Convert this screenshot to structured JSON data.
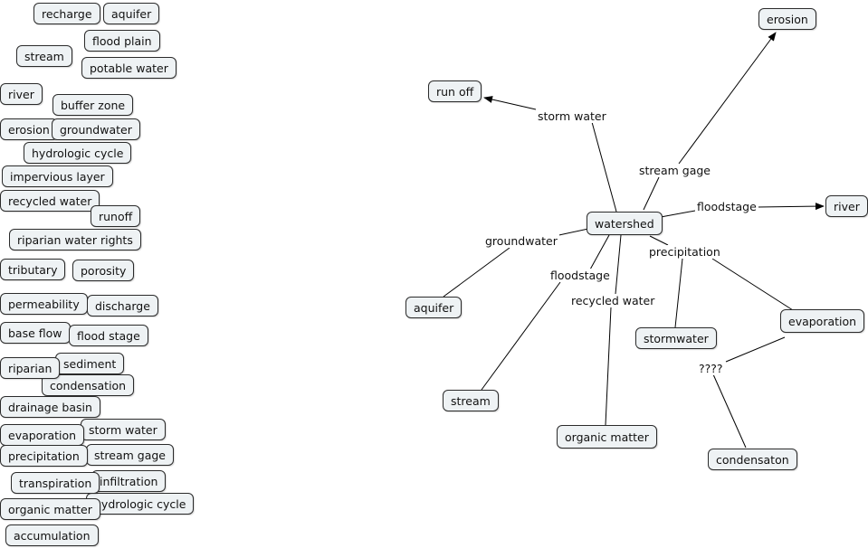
{
  "palette": {
    "terms": [
      "recharge",
      "aquifer",
      "flood plain",
      "stream",
      "potable water",
      "river",
      "buffer zone",
      "erosion",
      "groundwater",
      "hydrologic cycle",
      "impervious  layer",
      "recycled water",
      "runoff",
      "riparian water rights",
      "tributary",
      "porosity",
      "permeability",
      "discharge",
      "base flow",
      "flood stage",
      "sediment",
      "riparian",
      "condensation",
      "drainage basin",
      "evaporation",
      "storm water",
      "precipitation",
      "stream gage",
      "transpiration",
      "infiltration",
      "organic matter",
      "hydrologic cycle",
      "accumulation"
    ]
  },
  "map": {
    "nodes": {
      "watershed": "watershed",
      "runoff": "run off",
      "erosion": "erosion",
      "river": "river",
      "aquifer": "aquifer",
      "stream": "stream",
      "organic": "organic matter",
      "stormwater": "stormwater",
      "evaporation": "evaporation",
      "condensation": "condensaton"
    },
    "links": {
      "storm_water": "storm water",
      "stream_gage": "stream gage",
      "floodstage_river": "floodstage",
      "groundwater": "groundwater",
      "floodstage_stream": "floodstage",
      "recycled_water": "recycled water",
      "precipitation": "precipitation",
      "unknown": "????"
    }
  }
}
